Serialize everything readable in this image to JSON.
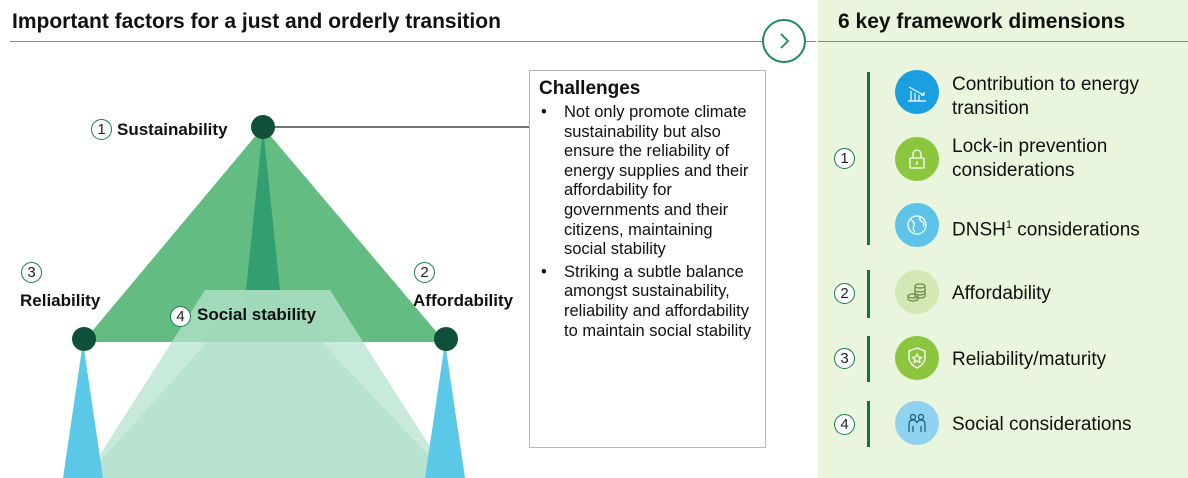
{
  "left_title": "Important factors for a just and orderly transition",
  "right_title": "6 key framework dimensions",
  "triangle": {
    "nodes": [
      {
        "number": "1",
        "label": "Sustainability"
      },
      {
        "number": "3",
        "label": "Reliability"
      },
      {
        "number": "2",
        "label": "Affordability"
      },
      {
        "number": "4",
        "label": "Social stability"
      }
    ]
  },
  "challenges": {
    "title": "Challenges",
    "items": [
      "Not only promote climate sustainability but also ensure the reliability of energy supplies and their affordability for governments and their citizens, maintaining social stability",
      "Striking a subtle balance amongst sustainability, reliability and affordability to maintain social stability"
    ]
  },
  "dimensions": {
    "groups": [
      {
        "number": "1",
        "items": [
          {
            "label": "Contribution to energy transition",
            "icon": "energy-transition-icon",
            "color": "#1a9fe0"
          },
          {
            "label": "Lock-in prevention considerations",
            "icon": "lock-icon",
            "color": "#8cc63f"
          },
          {
            "label": "DNSH",
            "sup": "1",
            "suffix": " considerations",
            "icon": "globe-icon",
            "color": "#5ec3e8"
          }
        ]
      },
      {
        "number": "2",
        "items": [
          {
            "label": "Affordability",
            "icon": "coins-icon",
            "color": "#d4e8b5"
          }
        ]
      },
      {
        "number": "3",
        "items": [
          {
            "label": "Reliability/maturity",
            "icon": "shield-icon",
            "color": "#8cc63f"
          }
        ]
      },
      {
        "number": "4",
        "items": [
          {
            "label": "Social considerations",
            "icon": "people-icon",
            "color": "#8fd3ef"
          }
        ]
      }
    ]
  },
  "colors": {
    "dark_green": "#0e5038",
    "triangle_green": "#5bb87a",
    "light_teal": "#b6e3cf",
    "light_blue": "#5bc8e8",
    "panel_bg": "#e9f5dc"
  }
}
